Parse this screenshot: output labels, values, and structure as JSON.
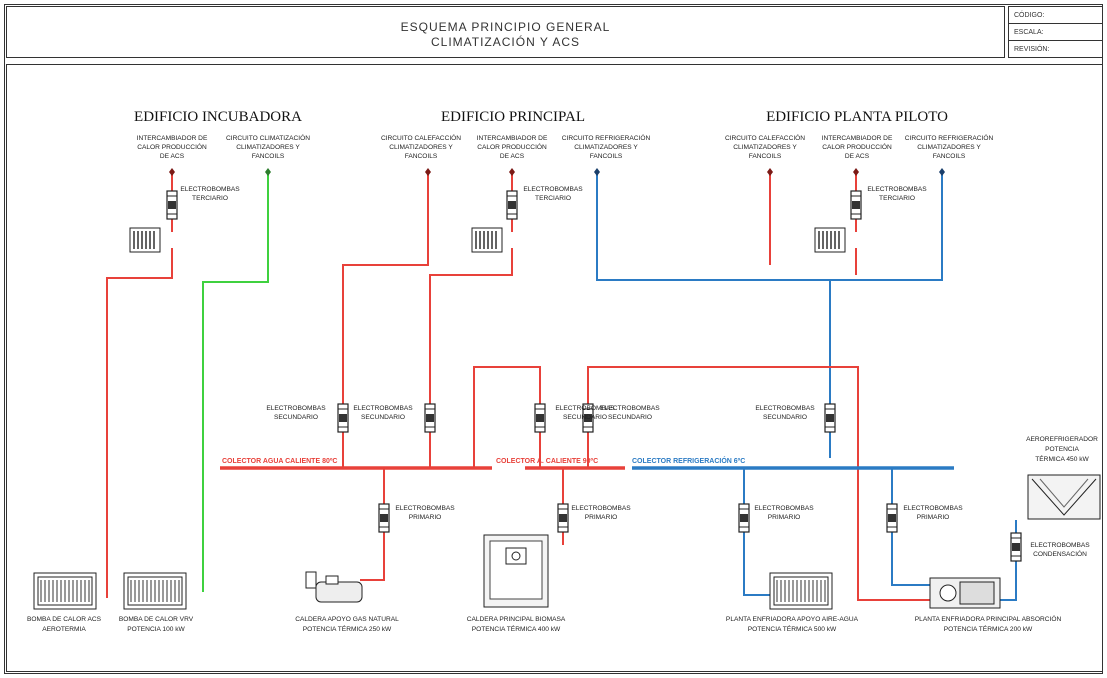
{
  "title_block": {
    "line1": "ESQUEMA PRINCIPIO GENERAL",
    "line2": "CLIMATIZACIÓN Y ACS",
    "codigo": "CÓDIGO:",
    "escala": "ESCALA:",
    "revision": "REVISIÓN:"
  },
  "buildings": {
    "incubadora": "EDIFICIO INCUBADORA",
    "principal": "EDIFICIO PRINCIPAL",
    "piloto": "EDIFICIO PLANTA PILOTO"
  },
  "circuits": {
    "inc_acs": [
      "INTERCAMBIADOR DE",
      "CALOR PRODUCCIÓN",
      "DE ACS"
    ],
    "inc_clim": [
      "CIRCUITO CLIMATIZACIÓN",
      "CLIMATIZADORES Y",
      "FANCOILS"
    ],
    "pri_cal": [
      "CIRCUITO CALEFACCIÓN",
      "CLIMATIZADORES Y",
      "FANCOILS"
    ],
    "pri_acs": [
      "INTERCAMBIADOR DE",
      "CALOR PRODUCCIÓN",
      "DE ACS"
    ],
    "pri_ref": [
      "CIRCUITO REFRIGERACIÓN",
      "CLIMATIZADORES Y",
      "FANCOILS"
    ],
    "pil_cal": [
      "CIRCUITO CALEFACCIÓN",
      "CLIMATIZADORES Y",
      "FANCOILS"
    ],
    "pil_acs": [
      "INTERCAMBIADOR DE",
      "CALOR PRODUCCIÓN",
      "DE ACS"
    ],
    "pil_ref": [
      "CIRCUITO REFRIGERACIÓN",
      "CLIMATIZADORES Y",
      "FANCOILS"
    ]
  },
  "pumps": {
    "terciario": [
      "ELECTROBOMBAS",
      "TERCIARIO"
    ],
    "secundario": [
      "ELECTROBOMBAS",
      "SECUNDARIO"
    ],
    "primario": [
      "ELECTROBOMBAS",
      "PRIMARIO"
    ],
    "condensacion": [
      "ELECTROBOMBAS",
      "CONDENSACIÓN"
    ]
  },
  "collectors": {
    "hot80": "COLECTOR AGUA CALIENTE 80ºC",
    "hot90": "COLECTOR A. CALIENTE 90ºC",
    "cold": "COLECTOR REFRIGERACIÓN 6ºC"
  },
  "equipment": {
    "acs_pump": [
      "BOMBA DE CALOR ACS",
      "AEROTERMIA"
    ],
    "vrv": [
      "BOMBA DE CALOR VRV",
      "POTENCIA 100 kW"
    ],
    "gas": [
      "CALDERA APOYO GAS NATURAL",
      "POTENCIA TÉRMICA 250 kW"
    ],
    "biomasa": [
      "CALDERA PRINCIPAL BIOMASA",
      "POTENCIA TÉRMICA 400 kW"
    ],
    "enfriadora_apoyo": [
      "PLANTA ENFRIADORA APOYO AIRE-AGUA",
      "POTENCIA TÉRMICA 500 kW"
    ],
    "absorcion": [
      "PLANTA ENFRIADORA PRINCIPAL ABSORCIÓN",
      "POTENCIA TÉRMICA 200 kW"
    ],
    "aero": [
      "AEROREFRIGERADOR",
      "POTENCIA",
      "TÉRMICA 450 kW"
    ]
  },
  "colors": {
    "hot": "#e8413a",
    "cold": "#2b7bc4",
    "green": "#3fd13f"
  }
}
